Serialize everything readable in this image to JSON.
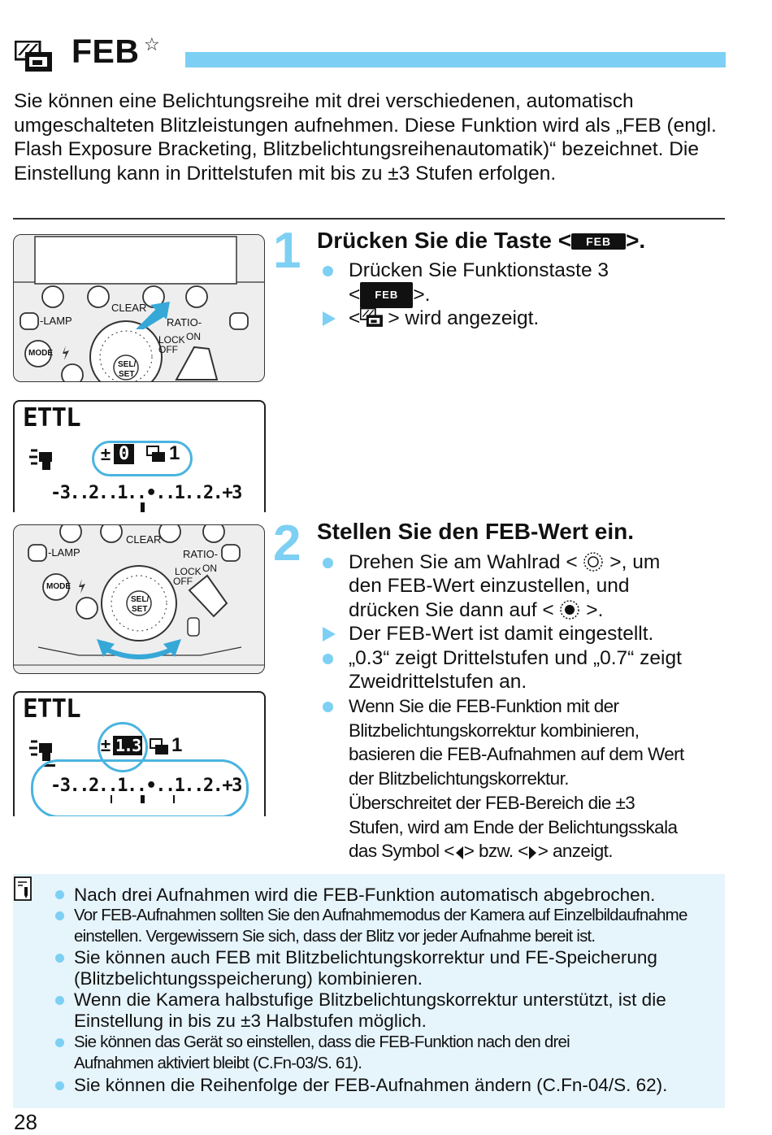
{
  "header": {
    "title": "FEB",
    "star": "☆"
  },
  "intro": "Sie können eine Belichtungsreihe mit drei verschiedenen, automatisch umgeschalteten Blitzleistungen aufnehmen. Diese Funktion wird als „FEB (engl. Flash Exposure Bracketing, Blitzbelichtungsreihenautomatik)“ bezeichnet. Die Einstellung kann in Drittelstufen mit bis zu ±3 Stufen erfolgen.",
  "figures": {
    "flash_labels": {
      "lamp": "-LAMP",
      "clear": "CLEAR",
      "ratio": "RATIO-",
      "lock": "LOCK",
      "on": "ON",
      "off": "OFF",
      "mode": "MODE",
      "sel1": "SEL/",
      "sel2": "SET"
    },
    "lcd1": {
      "mode": "ETTL",
      "pm": "±",
      "value": "0",
      "count": "1",
      "scale": "-3..2..1..•..1..2.+3"
    },
    "lcd2": {
      "mode": "ETTL",
      "pm": "±",
      "value": "1.3",
      "count": "1",
      "scale": "-3..2..1..•..1..2.+3"
    }
  },
  "step1": {
    "number": "1",
    "title_prefix": "Drücken Sie die Taste <",
    "title_suffix": ">.",
    "badge": "FEB",
    "bullet1_line1": "Drücken Sie Funktionstaste 3",
    "bullet1_open": "<",
    "bullet1_close": ">.",
    "result_open": "<",
    "result_close": "> wird angezeigt."
  },
  "step2": {
    "number": "2",
    "title": "Stellen Sie den FEB-Wert ein.",
    "b1_l1_pre": "Drehen Sie am Wahlrad <",
    "b1_l1_post": ">, um",
    "b1_l2": "den FEB-Wert einzustellen, und",
    "b1_l3_pre": "drücken Sie dann auf <",
    "b1_l3_post": ">.",
    "r1": "Der FEB-Wert ist damit eingestellt.",
    "b2_l1": "„0.3“ zeigt Drittelstufen und „0.7“ zeigt",
    "b2_l2": "Zweidrittelstufen an.",
    "b3_lines": [
      "Wenn Sie die FEB-Funktion mit der",
      "Blitzbelichtungskorrektur kombinieren,",
      "basieren die FEB-Aufnahmen auf dem Wert",
      "der Blitzbelichtungskorrektur.",
      "Überschreitet der FEB-Bereich die ±3",
      "Stufen, wird am Ende der Belichtungsskala"
    ],
    "b3_last_pre": "das Symbol <",
    "b3_last_mid": "> bzw. <",
    "b3_last_post": "> anzeigt."
  },
  "notes": [
    {
      "lines": [
        "Nach drei Aufnahmen wird die FEB-Funktion automatisch abgebrochen."
      ]
    },
    {
      "lines": [
        "Vor FEB-Aufnahmen sollten Sie den Aufnahmemodus der Kamera auf Einzelbildaufnahme",
        "einstellen. Vergewissern Sie sich, dass der Blitz vor jeder Aufnahme bereit ist."
      ]
    },
    {
      "lines": [
        "Sie können auch FEB mit Blitzbelichtungskorrektur und FE-Speicherung",
        "(Blitzbelichtungsspeicherung) kombinieren."
      ]
    },
    {
      "lines": [
        "Wenn die Kamera halbstufige Blitzbelichtungskorrektur unterstützt, ist die",
        "Einstellung in bis zu ±3 Halbstufen möglich."
      ]
    },
    {
      "lines": [
        "Sie können das Gerät so einstellen, dass die FEB-Funktion nach den drei",
        "Aufnahmen aktiviert bleibt (C.Fn-03/S. 61)."
      ]
    },
    {
      "lines": [
        "Sie können die Reihenfolge der FEB-Aufnahmen ändern (C.Fn-04/S. 62)."
      ]
    }
  ],
  "page_number": "28",
  "colors": {
    "accent": "#7dd0f3",
    "note_bg": "#e6f4fc",
    "text": "#111111"
  }
}
